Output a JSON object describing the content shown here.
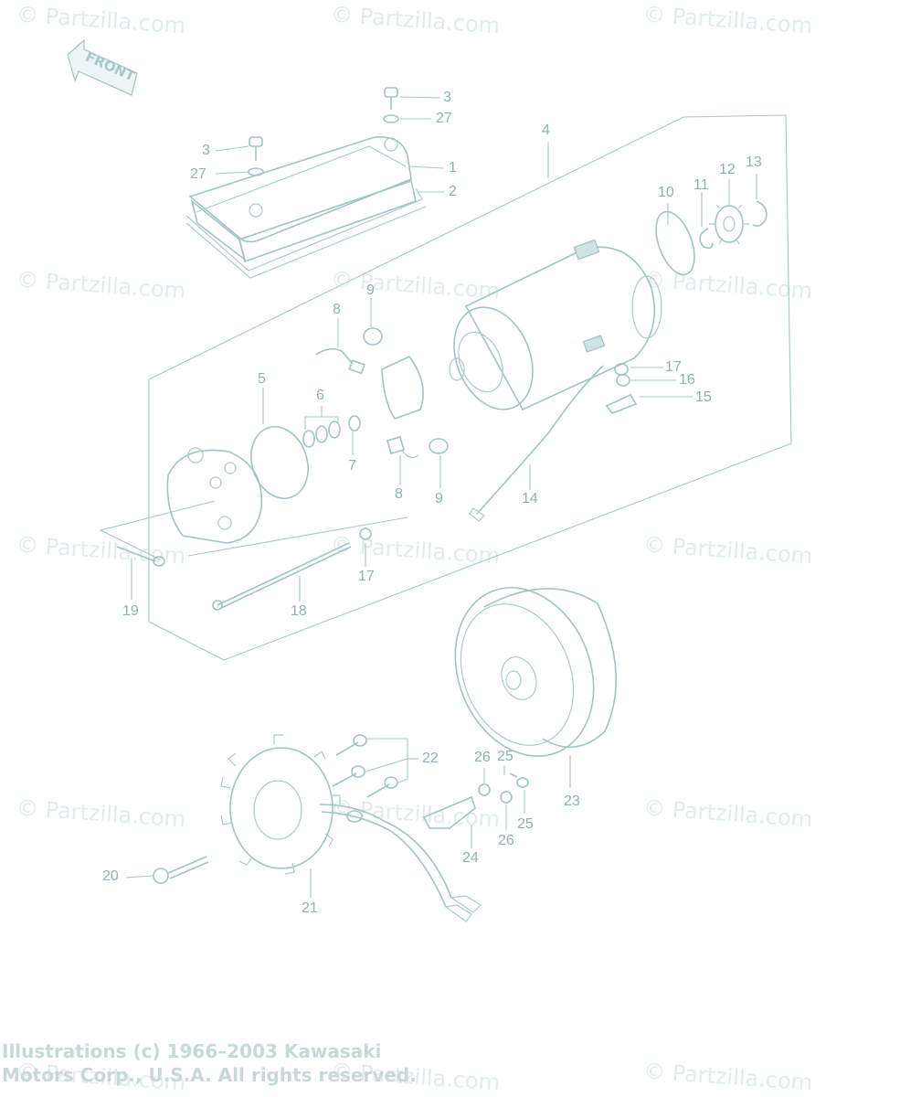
{
  "watermark": "© Partzilla.com",
  "front_arrow_label": "FRONT",
  "callouts": {
    "c1": "1",
    "c2": "2",
    "c3a": "3",
    "c3b": "3",
    "c4": "4",
    "c5": "5",
    "c6": "6",
    "c7": "7",
    "c8a": "8",
    "c8b": "8",
    "c9a": "9",
    "c9b": "9",
    "c10": "10",
    "c11": "11",
    "c12": "12",
    "c13": "13",
    "c14": "14",
    "c15": "15",
    "c16": "16",
    "c17a": "17",
    "c17b": "17",
    "c18": "18",
    "c19": "19",
    "c20": "20",
    "c21": "21",
    "c22": "22",
    "c23": "23",
    "c24": "24",
    "c25a": "25",
    "c25b": "25",
    "c26a": "26",
    "c26b": "26",
    "c27a": "27",
    "c27b": "27"
  },
  "copyright": {
    "line1": "Illustrations (c) 1966–2003 Kawasaki",
    "line2": "Motors Corp., U.S.A.  All rights reserved."
  }
}
